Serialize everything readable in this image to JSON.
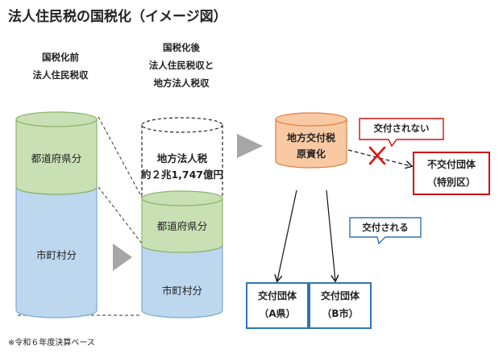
{
  "title": "法人住民税の国税化（イメージ図）",
  "before": {
    "heading_line1": "国税化前",
    "heading_line2": "法人住民税収",
    "prefecture_share": "都道府県分",
    "municipal_share": "市町村分"
  },
  "after": {
    "heading_line1": "国税化後",
    "heading_line2": "法人住民税収と",
    "heading_line3": "地方法人税収",
    "national_tax_label": "地方法人税",
    "national_tax_amount": "約２兆1,747億円",
    "prefecture_share": "都道府県分",
    "municipal_share": "市町村分"
  },
  "allocation": {
    "source_line1": "地方交付税",
    "source_line2": "原資化",
    "not_granted_callout": "交付されない",
    "granted_callout": "交付される",
    "non_recipient_line1": "不交付団体",
    "non_recipient_line2": "（特別区）",
    "recipient_a_line1": "交付団体",
    "recipient_a_line2": "（A県）",
    "recipient_b_line1": "交付団体",
    "recipient_b_line2": "（B市）"
  },
  "footnote": "※令和６年度決算ベース",
  "colors": {
    "prefecture_fill": "#c9e0b4",
    "prefecture_stroke": "#8ab46a",
    "municipal_fill": "#bdd7ee",
    "municipal_stroke": "#7aa7d3",
    "source_fill": "#f9c9a4",
    "source_stroke": "#e07b39",
    "arrow_gray": "#a6a6a6",
    "blue_border": "#2e75b6",
    "red_border": "#d01010",
    "cross_red": "#e01010"
  }
}
